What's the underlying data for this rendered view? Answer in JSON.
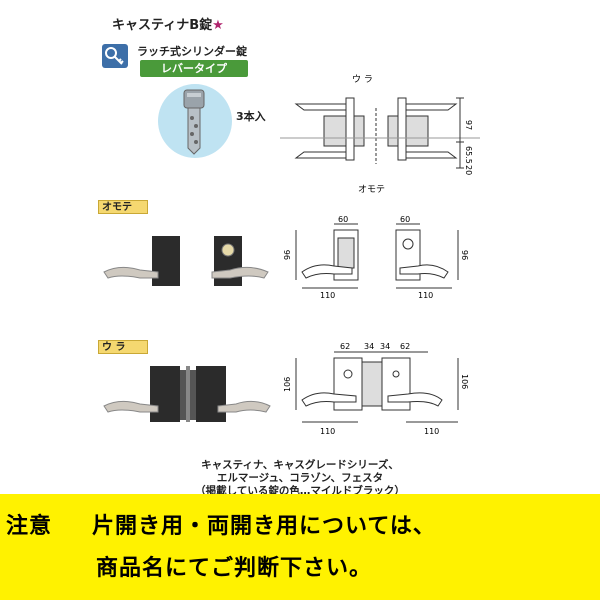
{
  "product": {
    "title": "キャスティナB錠",
    "star": "★",
    "subtitle": "ラッチ式シリンダー錠",
    "badge": "レバータイプ",
    "key_count": "3本入"
  },
  "top_drawing": {
    "ura_label": "ウ ラ",
    "omote_label": "オモテ",
    "dim_97": "97",
    "dim_65": "65.5",
    "dim_20": "20"
  },
  "sections": {
    "omote_tag": "オモテ",
    "ura_tag": "ウ ラ"
  },
  "omote_drawing": {
    "dim_w1": "60",
    "dim_w2": "60",
    "dim_h1": "96",
    "dim_h2": "96",
    "dim_l1": "110",
    "dim_l2": "110"
  },
  "ura_drawing": {
    "dim_62a": "62",
    "dim_34a": "34",
    "dim_34b": "34",
    "dim_62b": "62",
    "dim_h1": "106",
    "dim_h2": "106",
    "dim_l1": "110",
    "dim_l2": "110"
  },
  "caption": {
    "line1": "キャスティナ、キャスグレードシリーズ、",
    "line2": "エルマージュ、コラゾン、フェスタ",
    "line3": "（掲載している錠の色…マイルドブラック）"
  },
  "warning": {
    "label": "注意",
    "line1": "片開き用・両開き用については、",
    "line2": "商品名にてご判断下さい。"
  },
  "colors": {
    "badge_green": "#4a9a3a",
    "key_blue": "#3d6fa8",
    "star": "#b0256e",
    "warning_yellow": "#fff200",
    "tag_yellow": "#f5d870"
  }
}
